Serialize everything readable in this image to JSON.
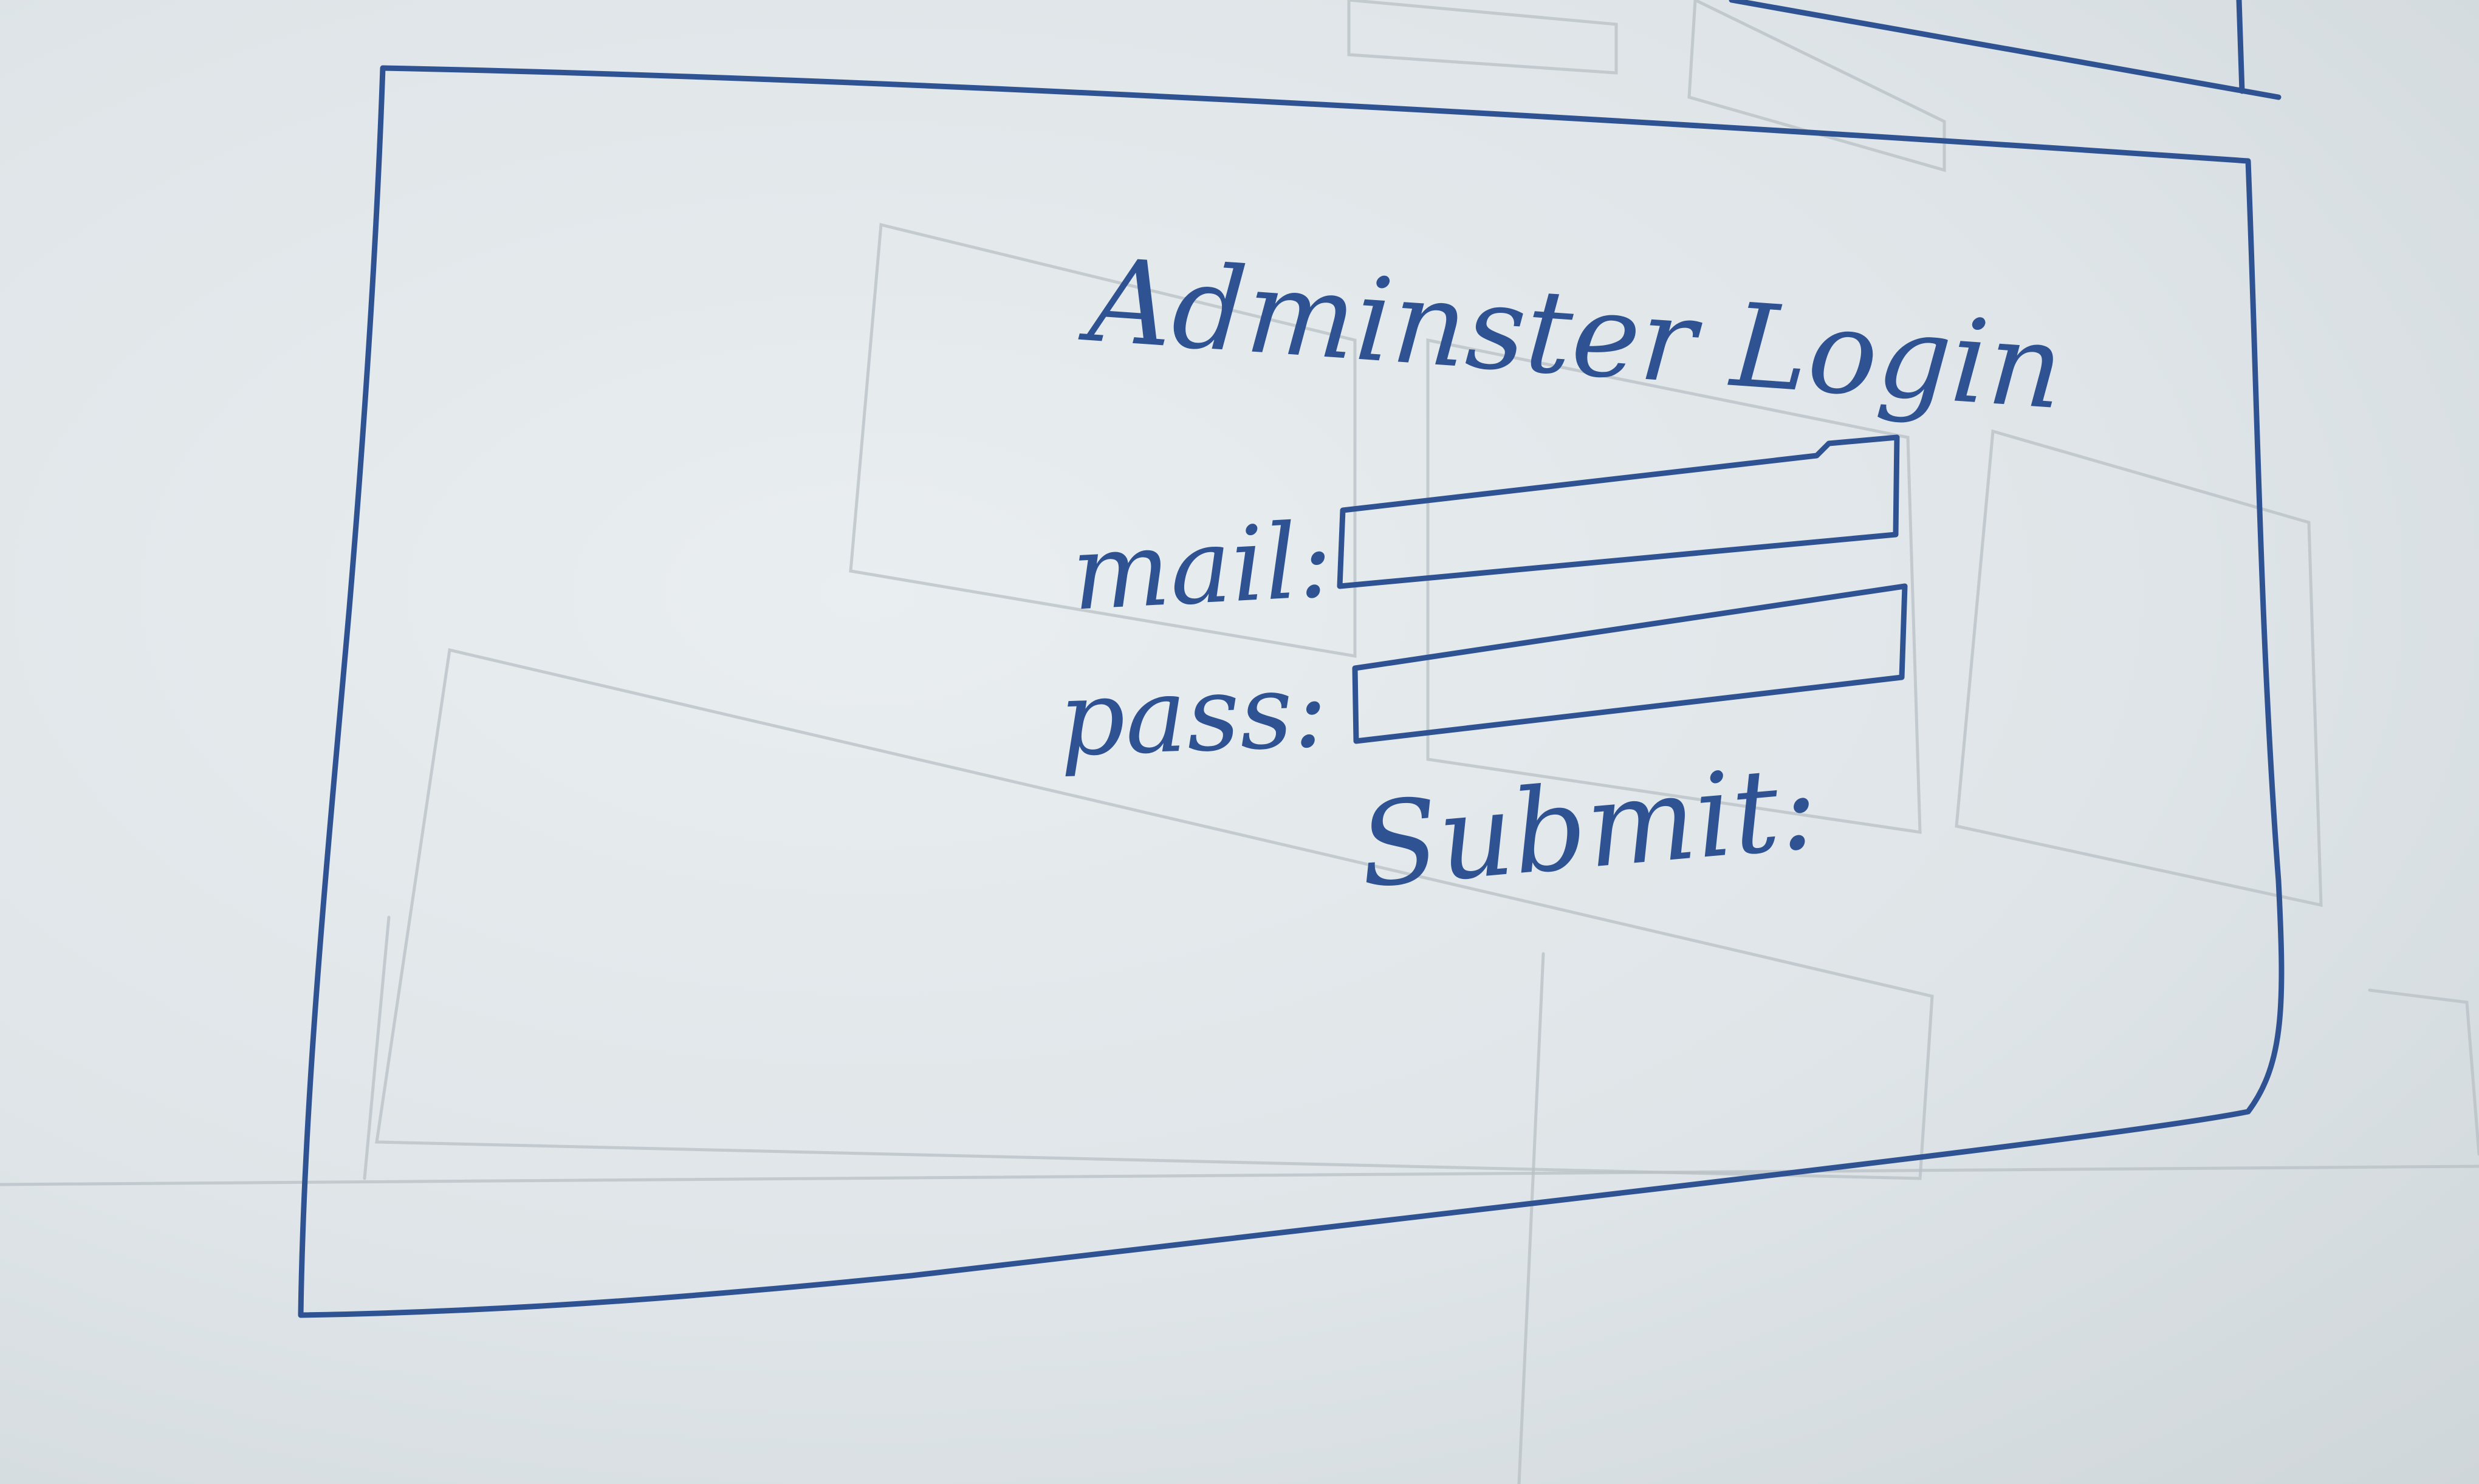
{
  "title": "Adminster Login",
  "mail_label": "mail:",
  "pass_label": "pass:",
  "submit_label": "Submit:",
  "colors": {
    "ink": "#2f5392",
    "paper": "#dfe5e8"
  }
}
